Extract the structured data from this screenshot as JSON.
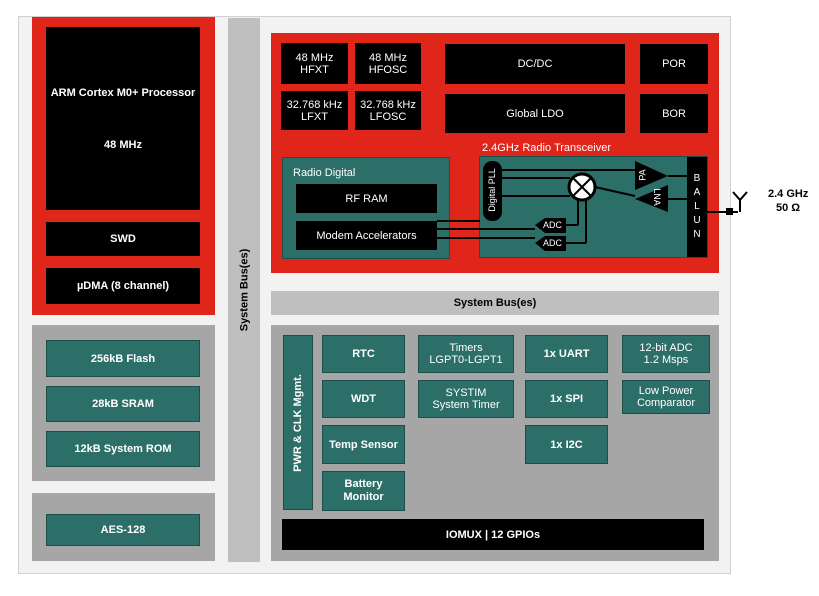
{
  "cpu": {
    "processor": "ARM Cortex M0+ Processor",
    "speed": "48 MHz",
    "swd": "SWD",
    "udma": "µDMA (8 channel)"
  },
  "bus": {
    "vertical": "System Bus(es)",
    "horizontal": "System Bus(es)"
  },
  "clocks": {
    "hfxt_freq": "48 MHz",
    "hfxt": "HFXT",
    "hfosc_freq": "48 MHz",
    "hfosc": "HFOSC",
    "lfxt_freq": "32.768 kHz",
    "lfxt": "LFXT",
    "lfosc_freq": "32.768 kHz",
    "lfosc": "LFOSC"
  },
  "power": {
    "dcdc": "DC/DC",
    "ldo": "Global LDO",
    "por": "POR",
    "bor": "BOR"
  },
  "radio_digital": {
    "title": "Radio Digital",
    "rf_ram": "RF RAM",
    "modem": "Modem Accelerators"
  },
  "transceiver": {
    "title": "2.4GHz Radio Transceiver",
    "pll": "Digital PLL",
    "pa": "PA",
    "lna": "LNA",
    "adc1": "ADC",
    "adc2": "ADC",
    "balun": "BALUN"
  },
  "antenna": {
    "freq": "2.4 GHz",
    "impedance": "50 Ω"
  },
  "memory": {
    "flash": "256kB Flash",
    "sram": "28kB SRAM",
    "rom": "12kB System ROM"
  },
  "security": {
    "aes": "AES-128"
  },
  "peripherals": {
    "pwr": "PWR & CLK Mgmt.",
    "rtc": "RTC",
    "wdt": "WDT",
    "temp": "Temp Sensor",
    "battery": "Battery Monitor",
    "timers_line1": "Timers",
    "timers_line2": "LGPT0-LGPT1",
    "systim_line1": "SYSTIM",
    "systim_line2": "System Timer",
    "uart": "1x UART",
    "spi": "1x SPI",
    "i2c": "1x I2C",
    "adc_line1": "12-bit ADC",
    "adc_line2": "1.2 Msps",
    "comp_line1": "Low Power",
    "comp_line2": "Comparator",
    "iomux": "IOMUX | 12 GPIOs"
  }
}
